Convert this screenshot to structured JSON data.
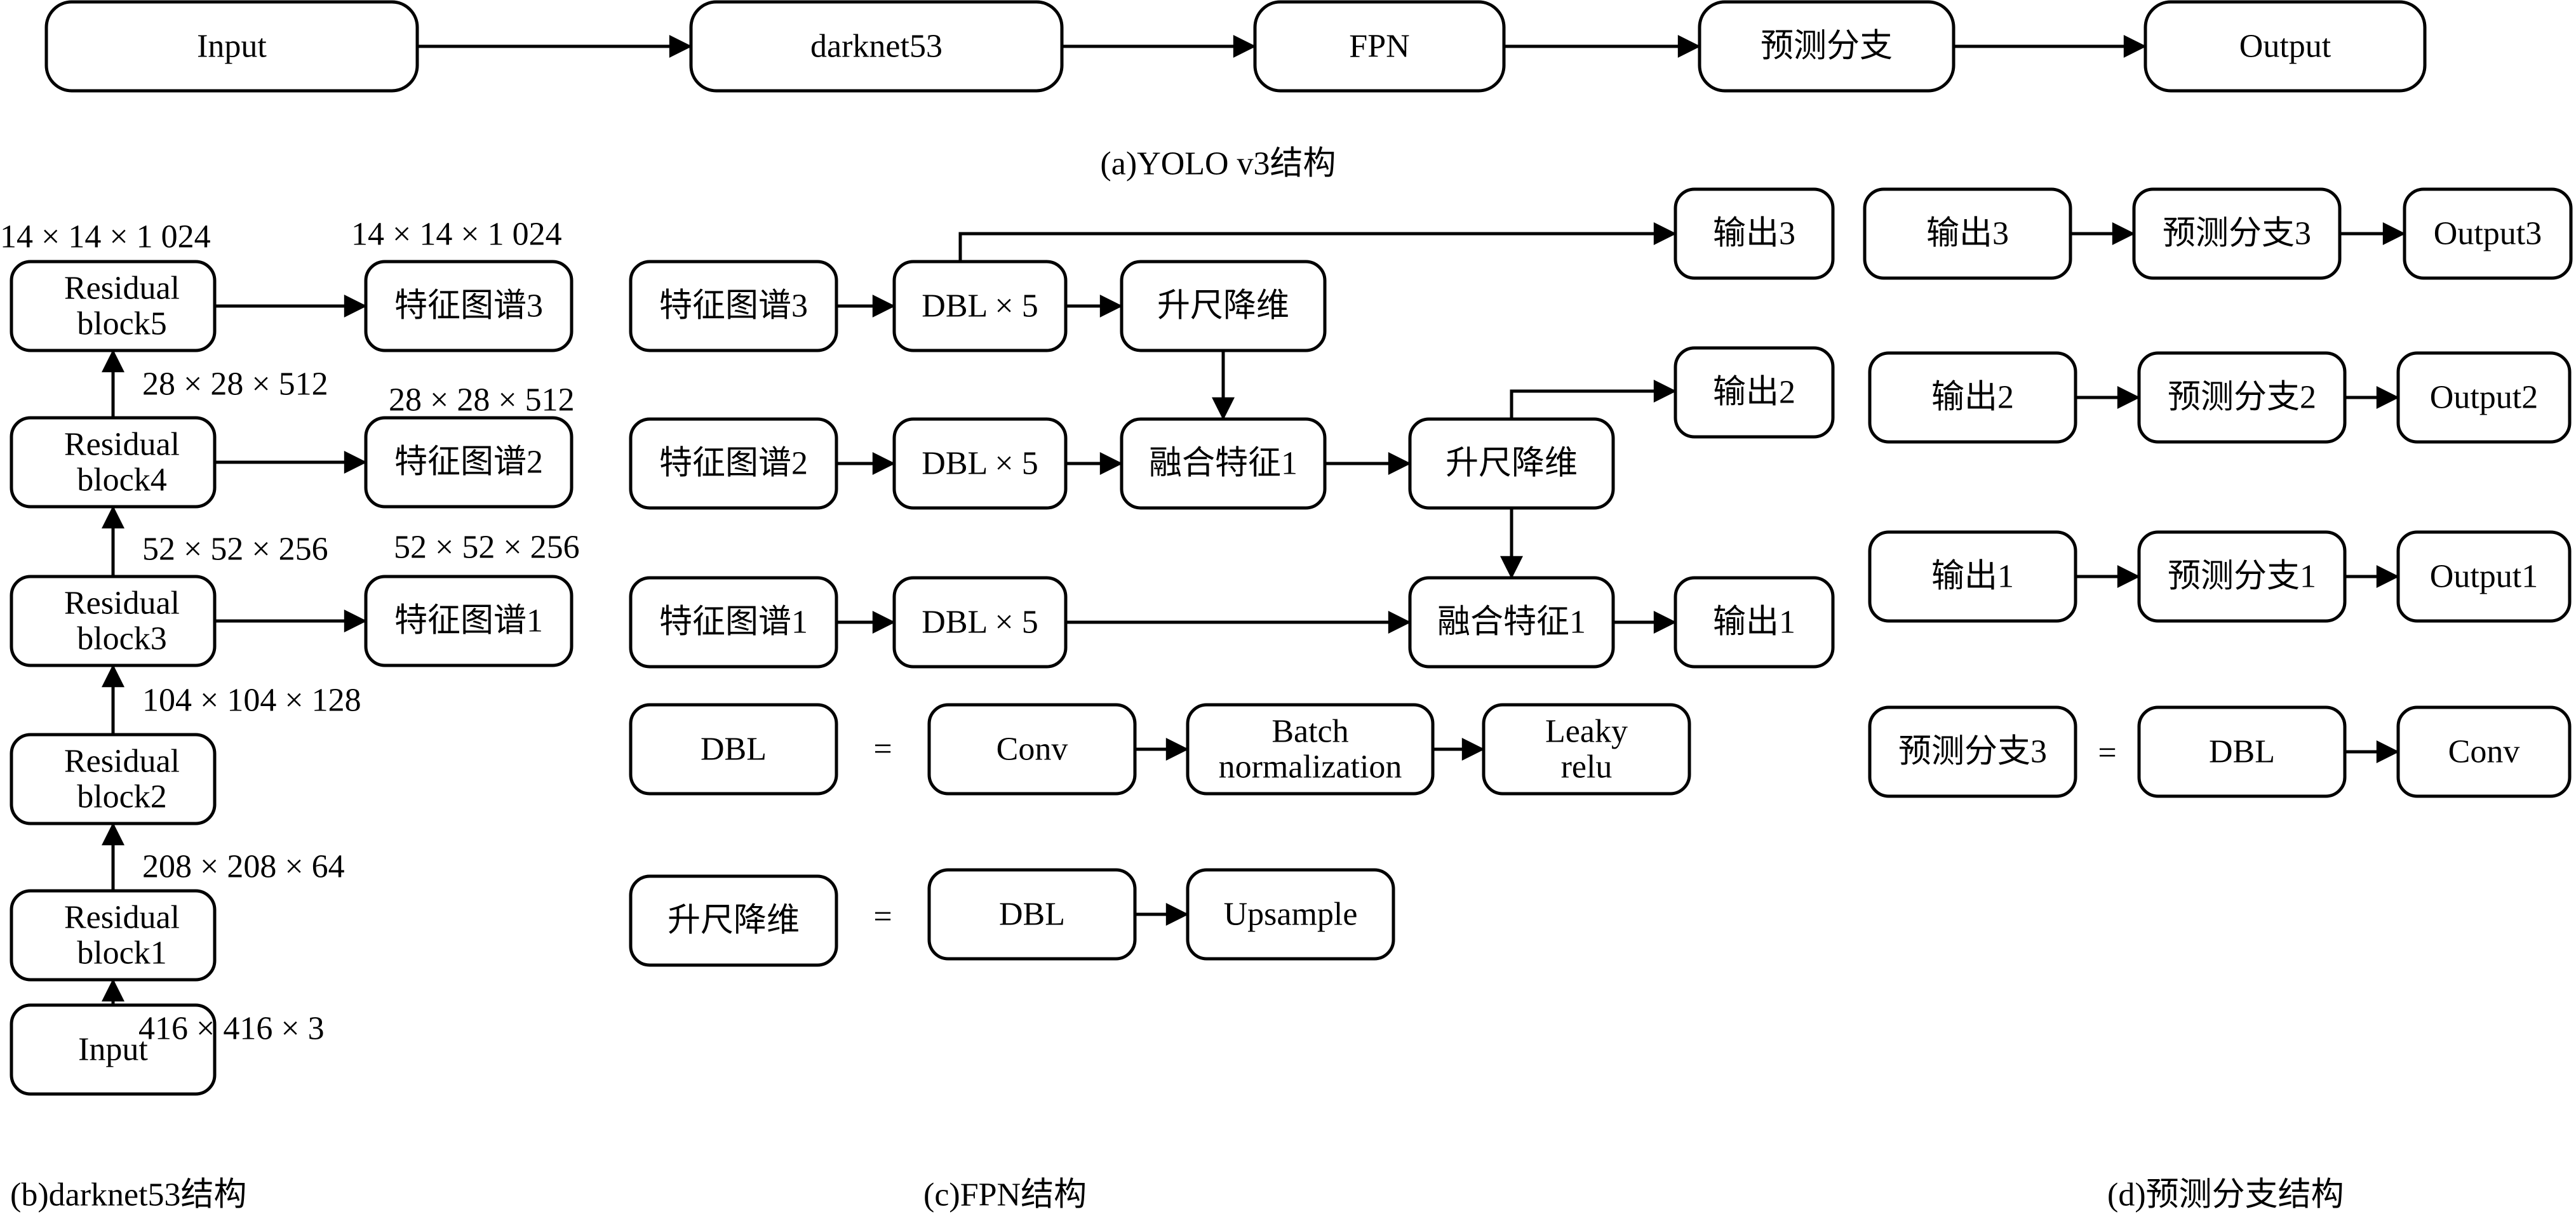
{
  "top_flow": {
    "input": "Input",
    "darknet": "darknet53",
    "fpn": "FPN",
    "branch": "预测分支",
    "output": "Output",
    "caption": "(a)YOLO v3结构"
  },
  "darknet": {
    "caption": "(b)darknet53结构",
    "input": "Input",
    "blocks": [
      [
        "Residual",
        "block1"
      ],
      [
        "Residual",
        "block2"
      ],
      [
        "Residual",
        "block3"
      ],
      [
        "Residual",
        "block4"
      ],
      [
        "Residual",
        "block5"
      ]
    ],
    "dims": [
      "416 × 416 × 3",
      "208 × 208 × 64",
      "104 × 104 × 128",
      "52 × 52 × 256",
      "28 × 28 × 512",
      "14 × 14 × 1 024"
    ],
    "features": [
      "特征图谱1",
      "特征图谱2",
      "特征图谱3"
    ],
    "feature_dims": [
      "52 × 52 × 256",
      "28 × 28 × 512",
      "14 × 14 × 1 024"
    ]
  },
  "fpn": {
    "caption": "(c)FPN结构",
    "features": [
      "特征图谱3",
      "特征图谱2",
      "特征图谱1"
    ],
    "dbl5": "DBL × 5",
    "upsample_reduce": "升尺降维",
    "fuse1": "融合特征1",
    "outputs": [
      "输出3",
      "输出2",
      "输出1"
    ],
    "legend": {
      "dbl": "DBL",
      "equals": "=",
      "conv": "Conv",
      "batch_norm": [
        "Batch",
        "normalization"
      ],
      "leaky_relu": [
        "Leaky",
        "relu"
      ],
      "upsample_reduce": "升尺降维",
      "dbl2": "DBL",
      "upsample": "Upsample"
    }
  },
  "branch": {
    "caption": "(d)预测分支结构",
    "rows": [
      {
        "input": "输出3",
        "branch": "预测分支3",
        "output": "Output3"
      },
      {
        "input": "输出2",
        "branch": "预测分支2",
        "output": "Output2"
      },
      {
        "input": "输出1",
        "branch": "预测分支1",
        "output": "Output1"
      }
    ],
    "legend": {
      "branch": "预测分支3",
      "equals": "=",
      "dbl": "DBL",
      "conv": "Conv"
    }
  }
}
